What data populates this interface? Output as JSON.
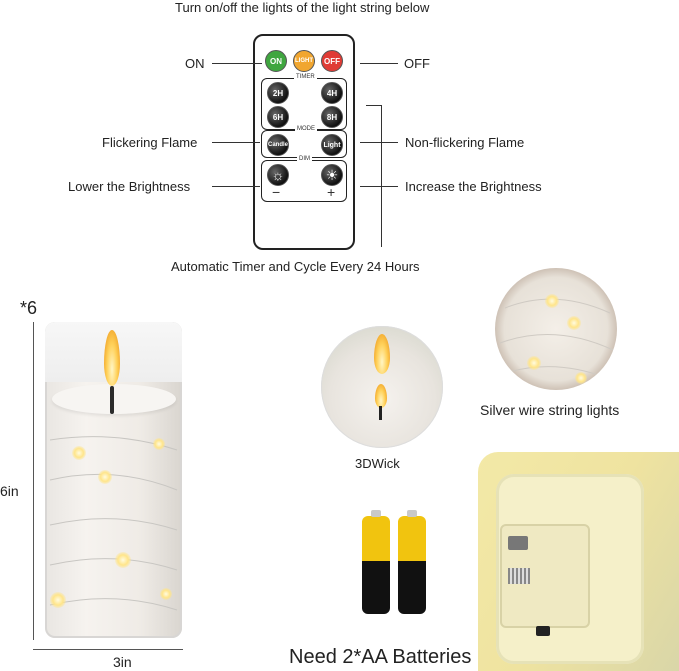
{
  "top_caption": "Turn on/off the lights of the light string below",
  "labels": {
    "on": "ON",
    "off": "OFF",
    "flickering": "Flickering Flame",
    "non_flickering": "Non-flickering Flame",
    "lower": "Lower the Brightness",
    "increase": "Increase the Brightness",
    "timer_caption": "Automatic Timer and Cycle Every 24 Hours"
  },
  "remote": {
    "on_btn": "ON",
    "light_btn": "LIGHT",
    "off_btn": "OFF",
    "timer_title": "TIMER",
    "t2": "2H",
    "t4": "4H",
    "t6": "6H",
    "t8": "8H",
    "mode_title": "MODE",
    "candle_btn": "Candle",
    "light_mode_btn": "Light",
    "dim_title": "DIM",
    "minus": "−",
    "plus": "+"
  },
  "product": {
    "quantity": "*6",
    "height": "6in",
    "width": "3in",
    "wick_caption": "3DWick",
    "wire_caption": "Silver wire string lights",
    "battery_caption": "Need 2*AA Batteries"
  },
  "colors": {
    "on": "#3fa63f",
    "light": "#f1a62f",
    "off": "#e03b35",
    "battery_yellow": "#f1c40f"
  }
}
